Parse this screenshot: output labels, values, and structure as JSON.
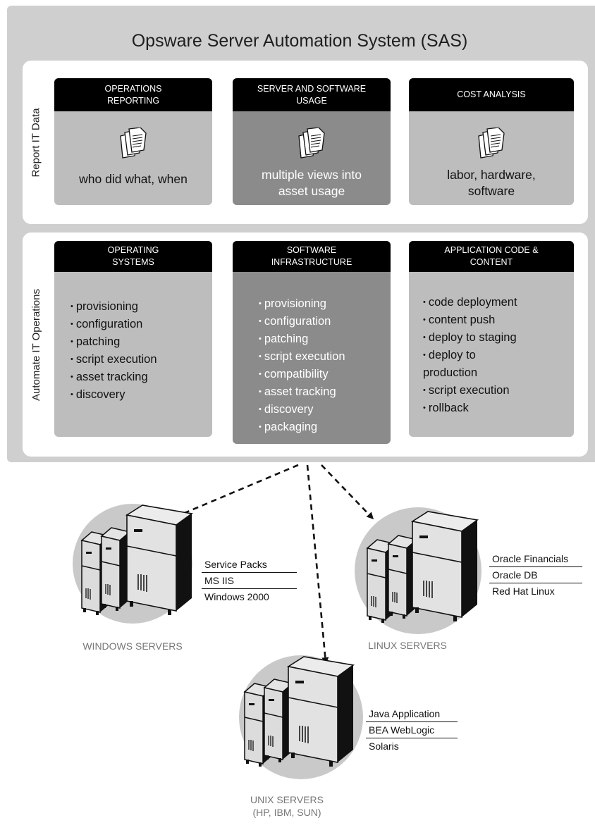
{
  "title": "Opsware Server Automation System (SAS)",
  "sections": [
    {
      "label": "Report IT Data",
      "cards": [
        {
          "header": "OPERATIONS\nREPORTING",
          "text": "who did what, when",
          "icon": "documents-icon",
          "dark": false
        },
        {
          "header": "SERVER AND SOFTWARE\nUSAGE",
          "text": "multiple views into\nasset usage",
          "icon": "documents-icon",
          "dark": true
        },
        {
          "header": "COST ANALYSIS",
          "text": "labor, hardware,\nsoftware",
          "icon": "documents-icon",
          "dark": false
        }
      ]
    },
    {
      "label": "Automate IT Operations",
      "cards": [
        {
          "header": "OPERATING\nSYSTEMS",
          "dark": false,
          "items": [
            "provisioning",
            "configuration",
            "patching",
            "script execution",
            "asset tracking",
            "discovery"
          ]
        },
        {
          "header": "SOFTWARE\nINFRASTRUCTURE",
          "dark": true,
          "items": [
            "provisioning",
            "configuration",
            "patching",
            "script execution",
            "compatibility",
            "asset tracking",
            "discovery",
            "packaging"
          ]
        },
        {
          "header": "APPLICATION CODE &\nCONTENT",
          "dark": false,
          "items": [
            "code deployment",
            "content push",
            "deploy to staging",
            "deploy to",
            "production",
            "script execution",
            "rollback"
          ]
        }
      ]
    }
  ],
  "server_groups": [
    {
      "label": "WINDOWS SERVERS",
      "software": [
        "Service Packs",
        "MS IIS",
        "Windows 2000"
      ]
    },
    {
      "label": "LINUX SERVERS",
      "software": [
        "Oracle Financials",
        "Oracle DB",
        "Red Hat Linux"
      ]
    },
    {
      "label": "UNIX SERVERS\n(HP, IBM, SUN)",
      "software": [
        "Java Application",
        "BEA WebLogic",
        "Solaris"
      ]
    }
  ],
  "colors": {
    "frame": "#cfcfcf",
    "card_light": "#bdbdbd",
    "card_dark": "#8b8b8b",
    "header": "#000000",
    "server_circle": "#c9c9c9"
  }
}
